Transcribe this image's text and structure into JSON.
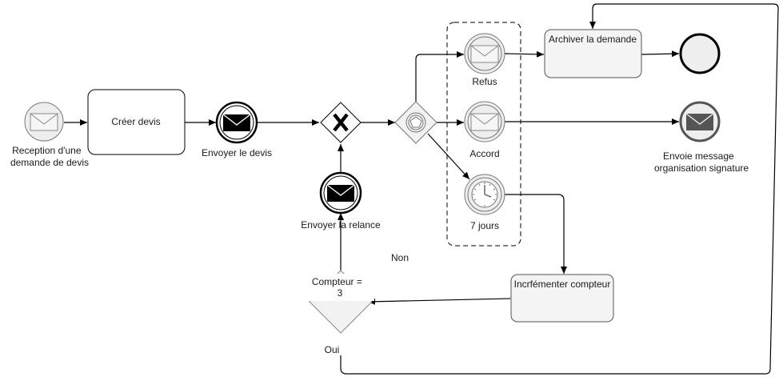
{
  "labels": {
    "start_event": [
      "Reception d'une",
      "demande de devis"
    ],
    "task_create": "Créer devis",
    "send_quote": "Envoyer le devis",
    "send_reminder": "Envoyer la relance",
    "event_refus": "Refus",
    "event_accord": "Accord",
    "event_timer": "7 jours",
    "task_archive": "Archiver la demande",
    "end_message": [
      "Envoie message",
      "organisation signature"
    ],
    "task_increment": "Incrfémenter compteur",
    "gateway_counter": [
      "Compteur =",
      "3"
    ],
    "label_non": "Non",
    "label_oui": "Oui"
  },
  "icons": {
    "start": "envelope-icon",
    "send": "envelope-filled-icon",
    "receive": "envelope-icon",
    "timer": "clock-icon",
    "gateway_xor": "x-icon",
    "gateway_event": "pentagon-icon"
  },
  "colors": {
    "stroke": "#000000",
    "grey_stroke": "#555555",
    "grey_fill": "#f4f4f4",
    "event_fill": "#eeeeee"
  }
}
